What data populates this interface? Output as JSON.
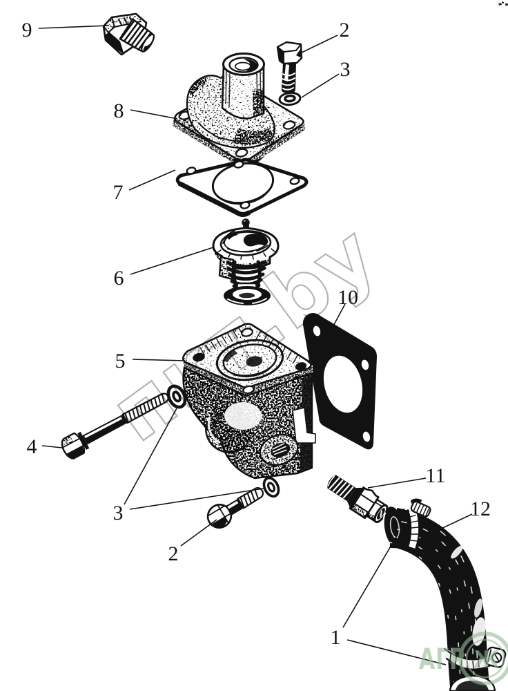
{
  "figure": {
    "kind": "exploded-parts-diagram",
    "subject": "thermostat-housing-assembly"
  },
  "colors": {
    "ink": "#121212",
    "paper": "#ffffff",
    "watermark_gray": "#b5b5b5",
    "watermark_green": "#97b897"
  },
  "callouts": [
    {
      "num": "9"
    },
    {
      "num": "2"
    },
    {
      "num": "3"
    },
    {
      "num": "8"
    },
    {
      "num": "7"
    },
    {
      "num": "6"
    },
    {
      "num": "10"
    },
    {
      "num": "5"
    },
    {
      "num": "4"
    },
    {
      "num": "3"
    },
    {
      "num": "2"
    },
    {
      "num": "11"
    },
    {
      "num": "12"
    },
    {
      "num": "1"
    }
  ],
  "watermarks": {
    "diagonal": "пкт.by",
    "brand": "АГР",
    "brand_symbol": "Ж"
  }
}
